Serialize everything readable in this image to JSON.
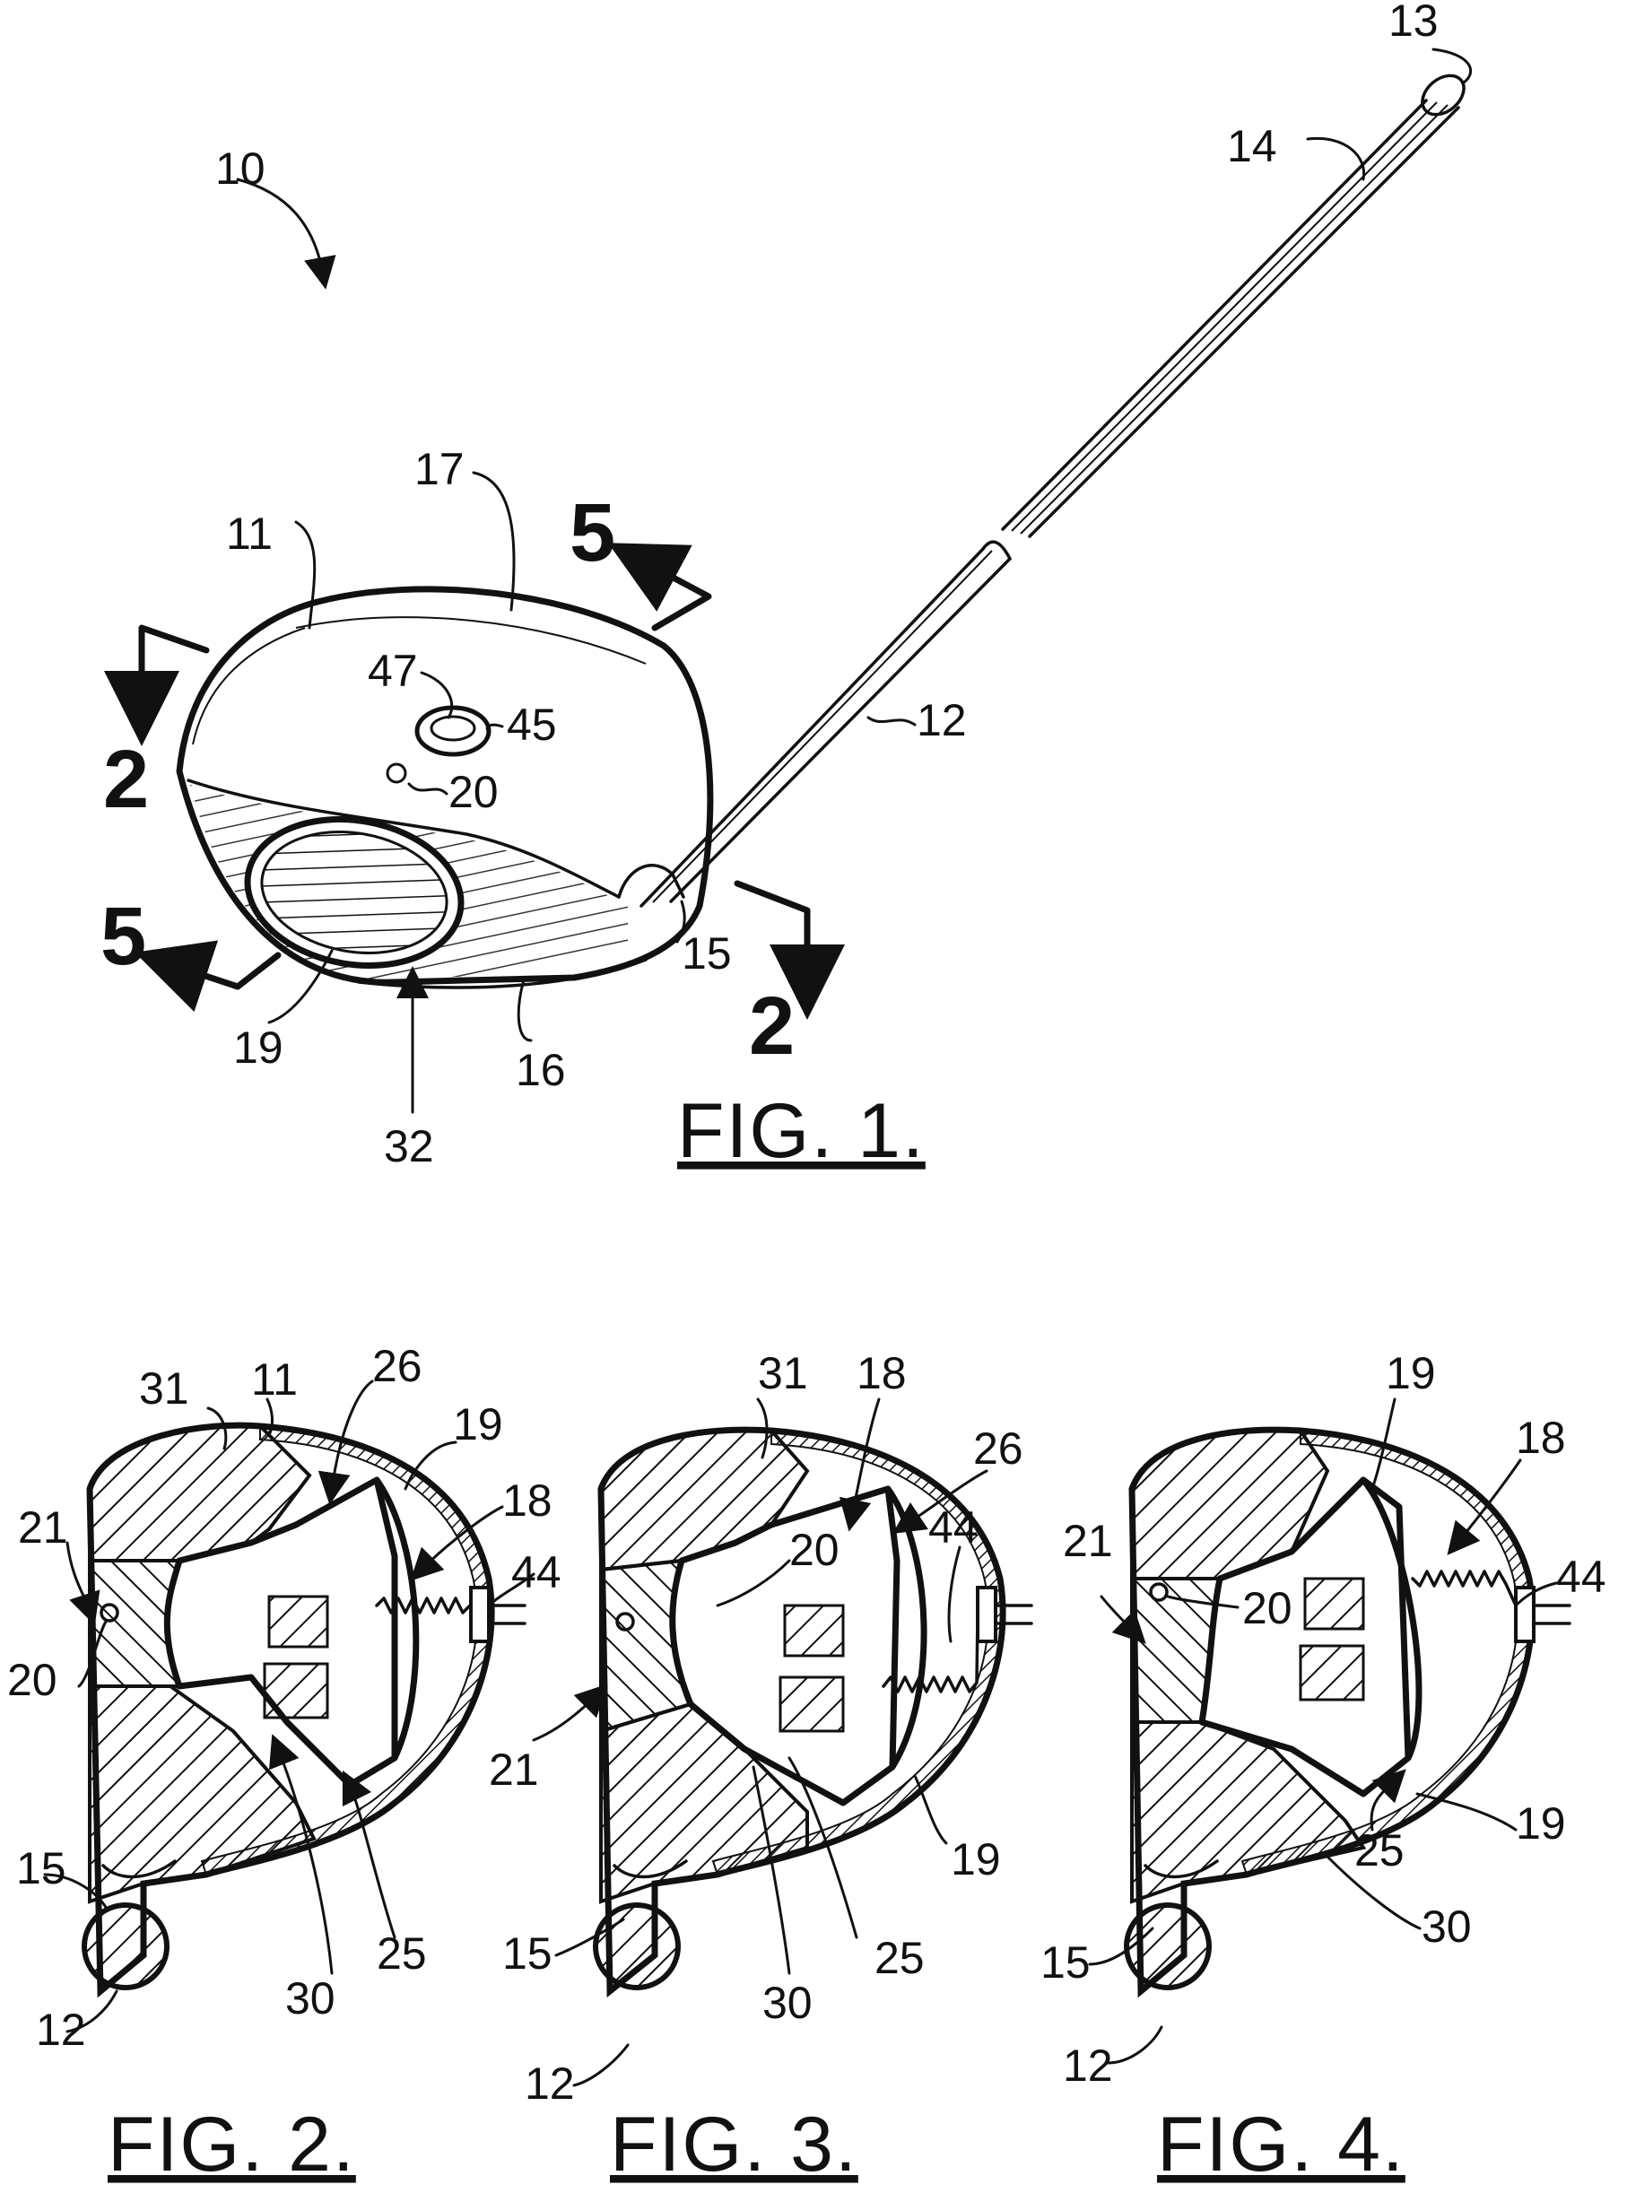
{
  "fig1": {
    "caption": "FIG. 1.",
    "labels": {
      "ref10": "10",
      "ref11": "11",
      "ref12": "12",
      "ref13": "13",
      "ref14": "14",
      "ref15": "15",
      "ref16": "16",
      "ref17": "17",
      "ref19": "19",
      "ref20": "20",
      "ref32": "32",
      "ref45": "45",
      "ref47": "47"
    },
    "sections": {
      "s2a": "2",
      "s2b": "2",
      "s5a": "5",
      "s5b": "5"
    }
  },
  "fig2": {
    "caption": "FIG. 2.",
    "labels": {
      "ref11": "11",
      "ref12": "12",
      "ref15": "15",
      "ref18": "18",
      "ref19": "19",
      "ref20": "20",
      "ref21": "21",
      "ref25": "25",
      "ref26": "26",
      "ref30": "30",
      "ref31": "31",
      "ref44": "44"
    }
  },
  "fig3": {
    "caption": "FIG. 3.",
    "labels": {
      "ref12": "12",
      "ref15": "15",
      "ref18": "18",
      "ref19": "19",
      "ref20": "20",
      "ref21": "21",
      "ref25": "25",
      "ref26": "26",
      "ref30": "30",
      "ref31": "31",
      "ref44": "44"
    }
  },
  "fig4": {
    "caption": "FIG. 4.",
    "labels": {
      "ref12": "12",
      "ref15": "15",
      "ref18": "18",
      "ref19a": "19",
      "ref19b": "19",
      "ref20": "20",
      "ref21": "21",
      "ref25": "25",
      "ref30": "30",
      "ref44": "44"
    }
  }
}
